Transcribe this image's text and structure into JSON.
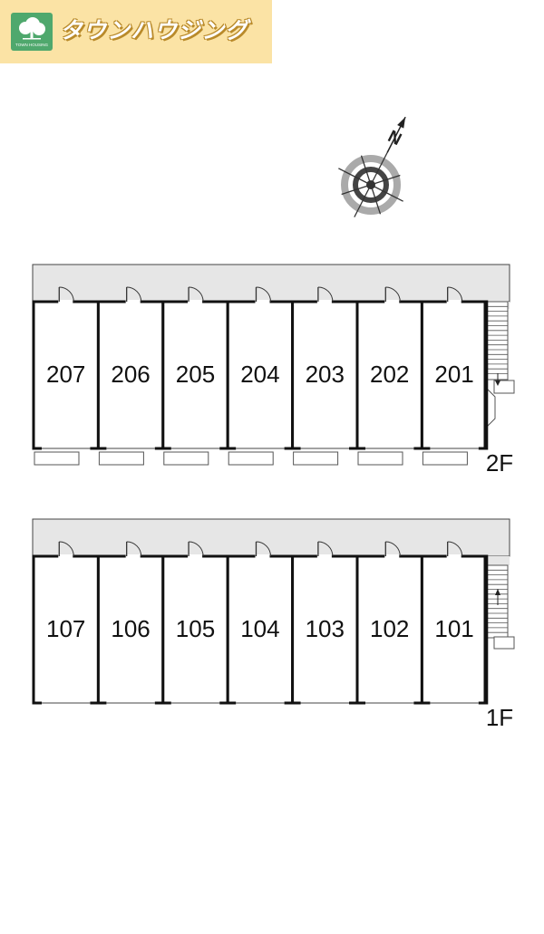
{
  "colors": {
    "banner_bg": "#fbe3a5",
    "logo_green": "#4fa86d",
    "corridor_gray": "#e6e6e6",
    "wall": "#111111"
  },
  "banner": {
    "brand": "タウンハウジング",
    "logo_icon": "tree-logo-icon",
    "logo_subtext": "TOWN HOUSING"
  },
  "compass": {
    "icon": "north-arrow-icon",
    "label": "N"
  },
  "floors": [
    {
      "label": "2F",
      "rooms": [
        "207",
        "206",
        "205",
        "204",
        "203",
        "202",
        "201"
      ]
    },
    {
      "label": "1F",
      "rooms": [
        "107",
        "106",
        "105",
        "104",
        "103",
        "102",
        "101"
      ]
    }
  ]
}
